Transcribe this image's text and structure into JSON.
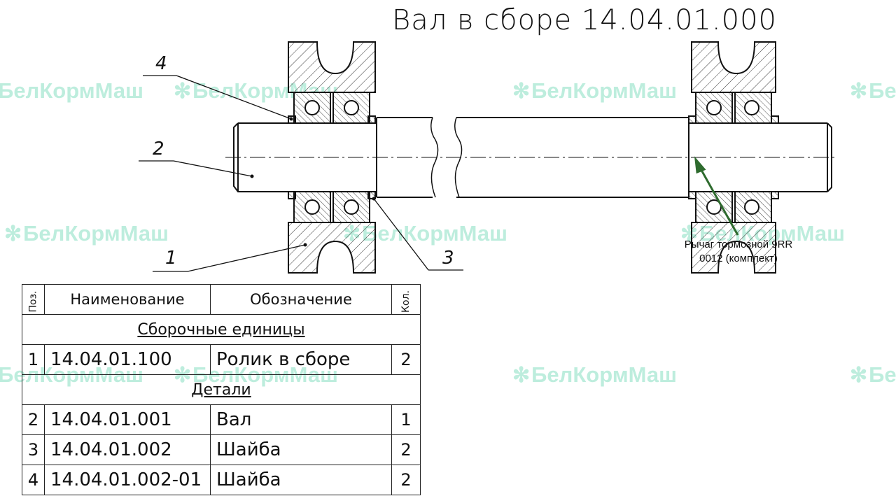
{
  "title": "Вал в сборе 14.04.01.000",
  "watermark": "БелКормМаш",
  "watermark_icon": "gear-logo-icon",
  "callouts": [
    "4",
    "2",
    "1",
    "3"
  ],
  "annotation": {
    "line1": "Рычаг тормозной 9RR",
    "line2": "0012 (комплект)",
    "color": "#2e6b2e"
  },
  "spec_table": {
    "headers": {
      "pos": "Поз.",
      "name": "Наименование",
      "designation": "Обозначение",
      "qty": "Кол."
    },
    "sections": [
      {
        "title": "Сборочные единицы",
        "rows": [
          {
            "pos": "1",
            "name": "14.04.01.100",
            "designation": "Ролик в сборе",
            "qty": "2"
          }
        ]
      },
      {
        "title": "Детали",
        "rows": [
          {
            "pos": "2",
            "name": "14.04.01.001",
            "designation": "Вал",
            "qty": "1"
          },
          {
            "pos": "3",
            "name": "14.04.01.002",
            "designation": "Шайба",
            "qty": "2"
          },
          {
            "pos": "4",
            "name": "14.04.01.002-01",
            "designation": "Шайба",
            "qty": "2"
          }
        ]
      }
    ]
  }
}
